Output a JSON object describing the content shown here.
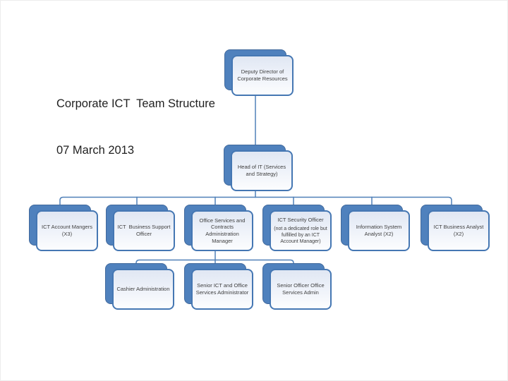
{
  "slide": {
    "title_line1": "Corporate ICT  Team Structure",
    "title_line2": "07 March 2013"
  },
  "colors": {
    "node_fill_dark": "#4f81bd",
    "node_border": "#4577b3",
    "connector": "#5080b8",
    "node_text": "#3f3f3f"
  },
  "org": {
    "nodes": [
      {
        "id": "deputy-director",
        "label": "Deputy Director of Corporate Resources"
      },
      {
        "id": "head-of-it",
        "label": "Head of IT (Services and Strategy)"
      },
      {
        "id": "ict-account-managers",
        "label": "ICT Account Mangers (X3)"
      },
      {
        "id": "ict-business-support-officer",
        "label": "ICT  Business Support Officer"
      },
      {
        "id": "office-services-contracts-admin-manager",
        "label": "Office Services and Contracts Administration Manager"
      },
      {
        "id": "ict-security-officer",
        "label": "ICT Security Officer",
        "note": "(not a dedicated role but fulfilled by an ICT Account Manager)"
      },
      {
        "id": "information-system-analyst",
        "label": "Information System Analyst (X2)"
      },
      {
        "id": "ict-business-analyst",
        "label": "ICT Business Analyst (X2)"
      },
      {
        "id": "cashier-administration",
        "label": "Cashier Administration"
      },
      {
        "id": "senior-ict-office-services-administrator",
        "label": "Senior ICT and Office Services Administrator"
      },
      {
        "id": "senior-officer-office-services-admin",
        "label": "Senior Officer Office Services Admin"
      }
    ]
  }
}
